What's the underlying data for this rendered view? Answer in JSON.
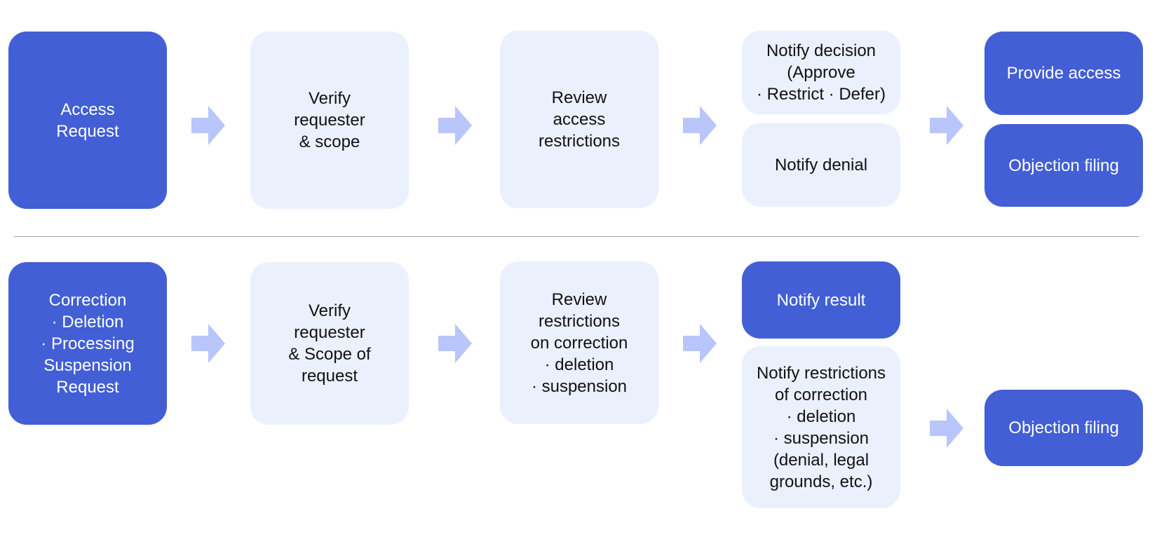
{
  "colors": {
    "dark_box": "#435fd6",
    "light_box": "#ebf0fd",
    "arrow": "#b8c6fb",
    "divider": "#9a9a9a",
    "dark_text": "#ffffff",
    "light_text": "#111111"
  },
  "icons": {
    "arrow": "arrow-right-icon"
  },
  "access_flow": {
    "request": "Access\nRequest",
    "verify": "Verify\nrequester\n& scope",
    "review": "Review\naccess\nrestrictions",
    "notify_decision": "Notify decision\n(Approve\n· Restrict · Defer)",
    "notify_denial": "Notify denial",
    "provide_access": "Provide access",
    "objection_filing": "Objection filing"
  },
  "correction_flow": {
    "request": "Correction\n· Deletion\n· Processing\nSuspension\nRequest",
    "verify": "Verify\nrequester\n& Scope of\nrequest",
    "review": "Review\nrestrictions\non correction\n· deletion\n· suspension",
    "notify_result": "Notify result",
    "notify_restrictions": "Notify restrictions\nof correction\n· deletion\n· suspension\n(denial, legal\ngrounds, etc.)",
    "objection_filing": "Objection filing"
  }
}
